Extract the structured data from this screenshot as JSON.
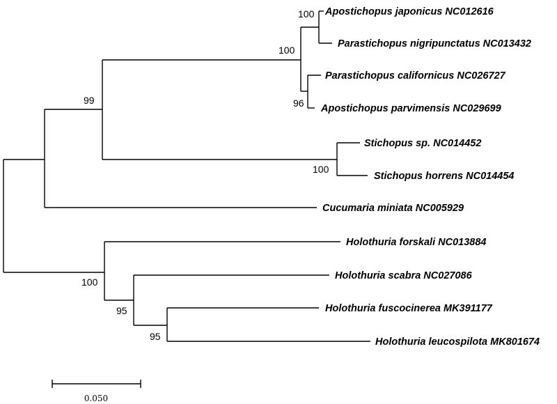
{
  "taxa": [
    "Apostichopus japonicus NC012616",
    "Parastichopus nigripunctatus NC013432",
    "Parastichopus californicus NC026727",
    "Apostichopus parvimensis NC029699",
    "Stichopus sp. NC014452",
    "Stichopus horrens NC014454",
    "Cucumaria miniata NC005929",
    "Holothuria forskali NC013884",
    "Holothuria scabra NC027086",
    "Holothuria fuscocinerea MK391177",
    "Holothuria leucospilota MK801674"
  ],
  "support_values": {
    "japonicus_nigripunctatus": "100",
    "parastichopus_apostichopus_group": "100",
    "californicus_parvimensis": "96",
    "stichopodidae": "99",
    "stichopus": "100",
    "holothuria": "100",
    "scabra_group": "95",
    "fuscocinerea_leucospilota": "95"
  },
  "scale_bar": {
    "label": "0.050"
  }
}
